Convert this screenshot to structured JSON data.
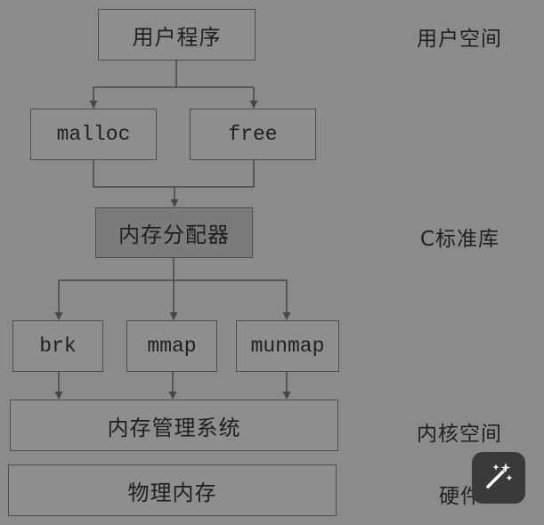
{
  "colors": {
    "background": "#8b8b8b",
    "box_fill": "#8e8e8e",
    "allocator_fill": "#7b7b7b",
    "border": "#4e4e4e",
    "text": "#1f1f1f",
    "arrow": "#474747",
    "floating_button": "#3a3a3a"
  },
  "user_space": {
    "program": "用户程序",
    "label": "用户空间"
  },
  "c_library": {
    "malloc": "malloc",
    "free": "free",
    "allocator": "内存分配器",
    "label": "C标准库"
  },
  "kernel_space": {
    "brk": "brk",
    "mmap": "mmap",
    "munmap": "munmap",
    "memory_management": "内存管理系统",
    "label": "内核空间"
  },
  "hardware": {
    "physical_memory": "物理内存",
    "label": "硬件"
  },
  "floating_button": {
    "icon": "magic-wand-icon"
  }
}
